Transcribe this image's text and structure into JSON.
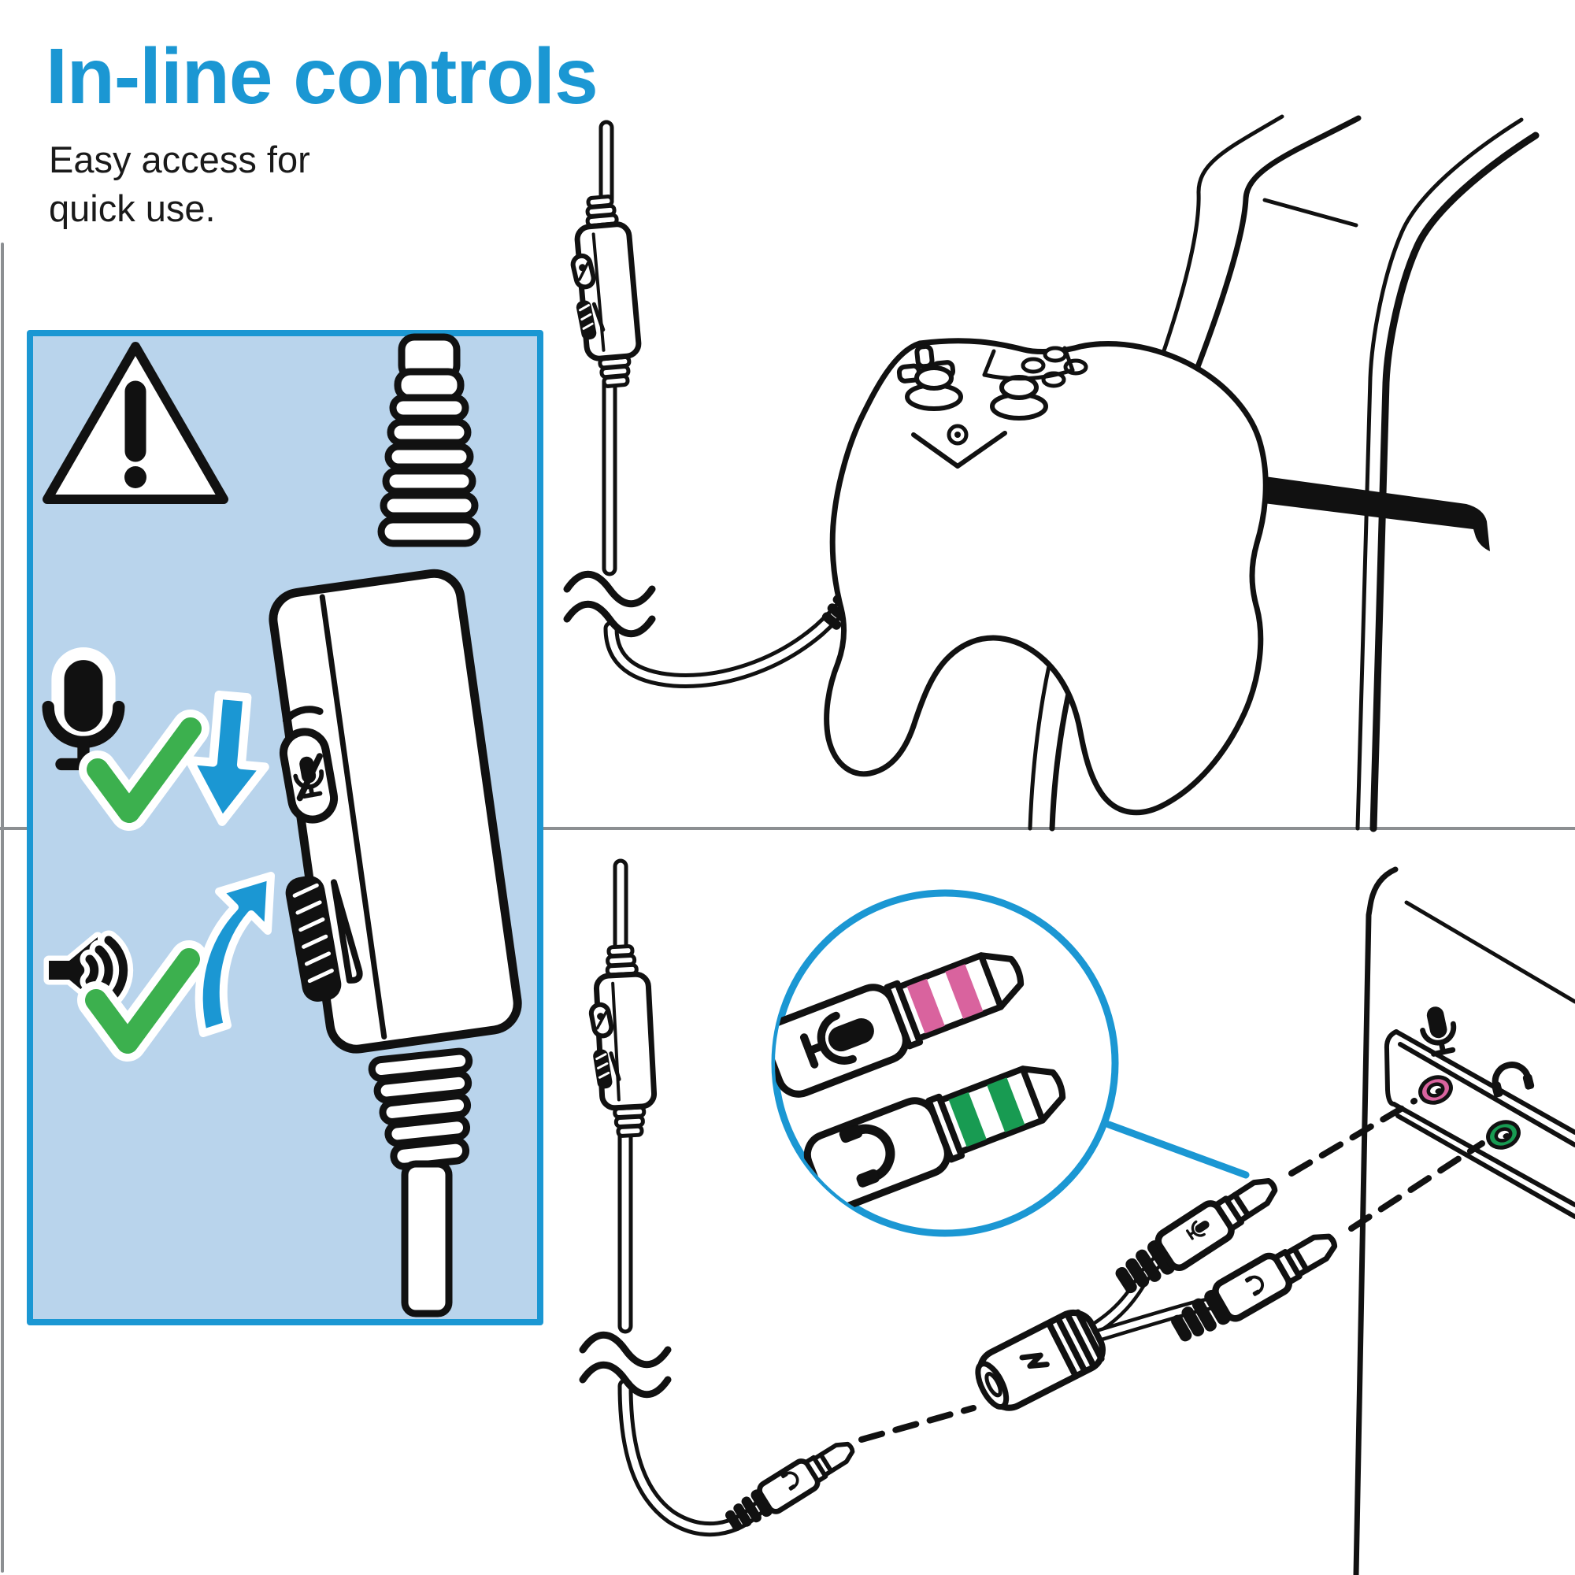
{
  "header": {
    "title": "In-line controls",
    "subtitle": "Easy access for\nquick use."
  },
  "colors": {
    "accent_blue": "#1B97D3",
    "panel_fill": "#B9D4EC",
    "check_green": "#3CB04E",
    "mic_pink": "#D9639E",
    "jack_green": "#189B52",
    "ink": "#111111",
    "frame_gray": "#8C8F92"
  },
  "panel": {
    "icons": [
      {
        "name": "warning-triangle-icon",
        "meaning": "caution"
      },
      {
        "name": "microphone-icon",
        "state": "check",
        "control": "mic-mute-switch",
        "gesture": "slide-down-arrow"
      },
      {
        "name": "speaker-icon",
        "state": "check",
        "control": "volume-wheel",
        "gesture": "rotate-up-arrow"
      }
    ]
  },
  "diagram_top": {
    "icons": [
      {
        "name": "inline-remote-small"
      },
      {
        "name": "cable-break-icon"
      },
      {
        "name": "headset-plug-icon"
      },
      {
        "name": "controller-headset-jack"
      },
      {
        "name": "game-controller"
      },
      {
        "name": "game-console"
      }
    ]
  },
  "diagram_bottom": {
    "icons": [
      {
        "name": "inline-remote-small"
      },
      {
        "name": "cable-break-icon"
      },
      {
        "name": "headset-plug-icon"
      },
      {
        "name": "y-splitter-coupler"
      },
      {
        "name": "mic-plug-icon"
      },
      {
        "name": "headphone-plug-icon"
      },
      {
        "name": "magnifier-circle"
      },
      {
        "name": "pc-mic-icon"
      },
      {
        "name": "pc-headphone-icon"
      },
      {
        "name": "pc-mic-jack"
      },
      {
        "name": "pc-headphone-jack"
      }
    ]
  }
}
